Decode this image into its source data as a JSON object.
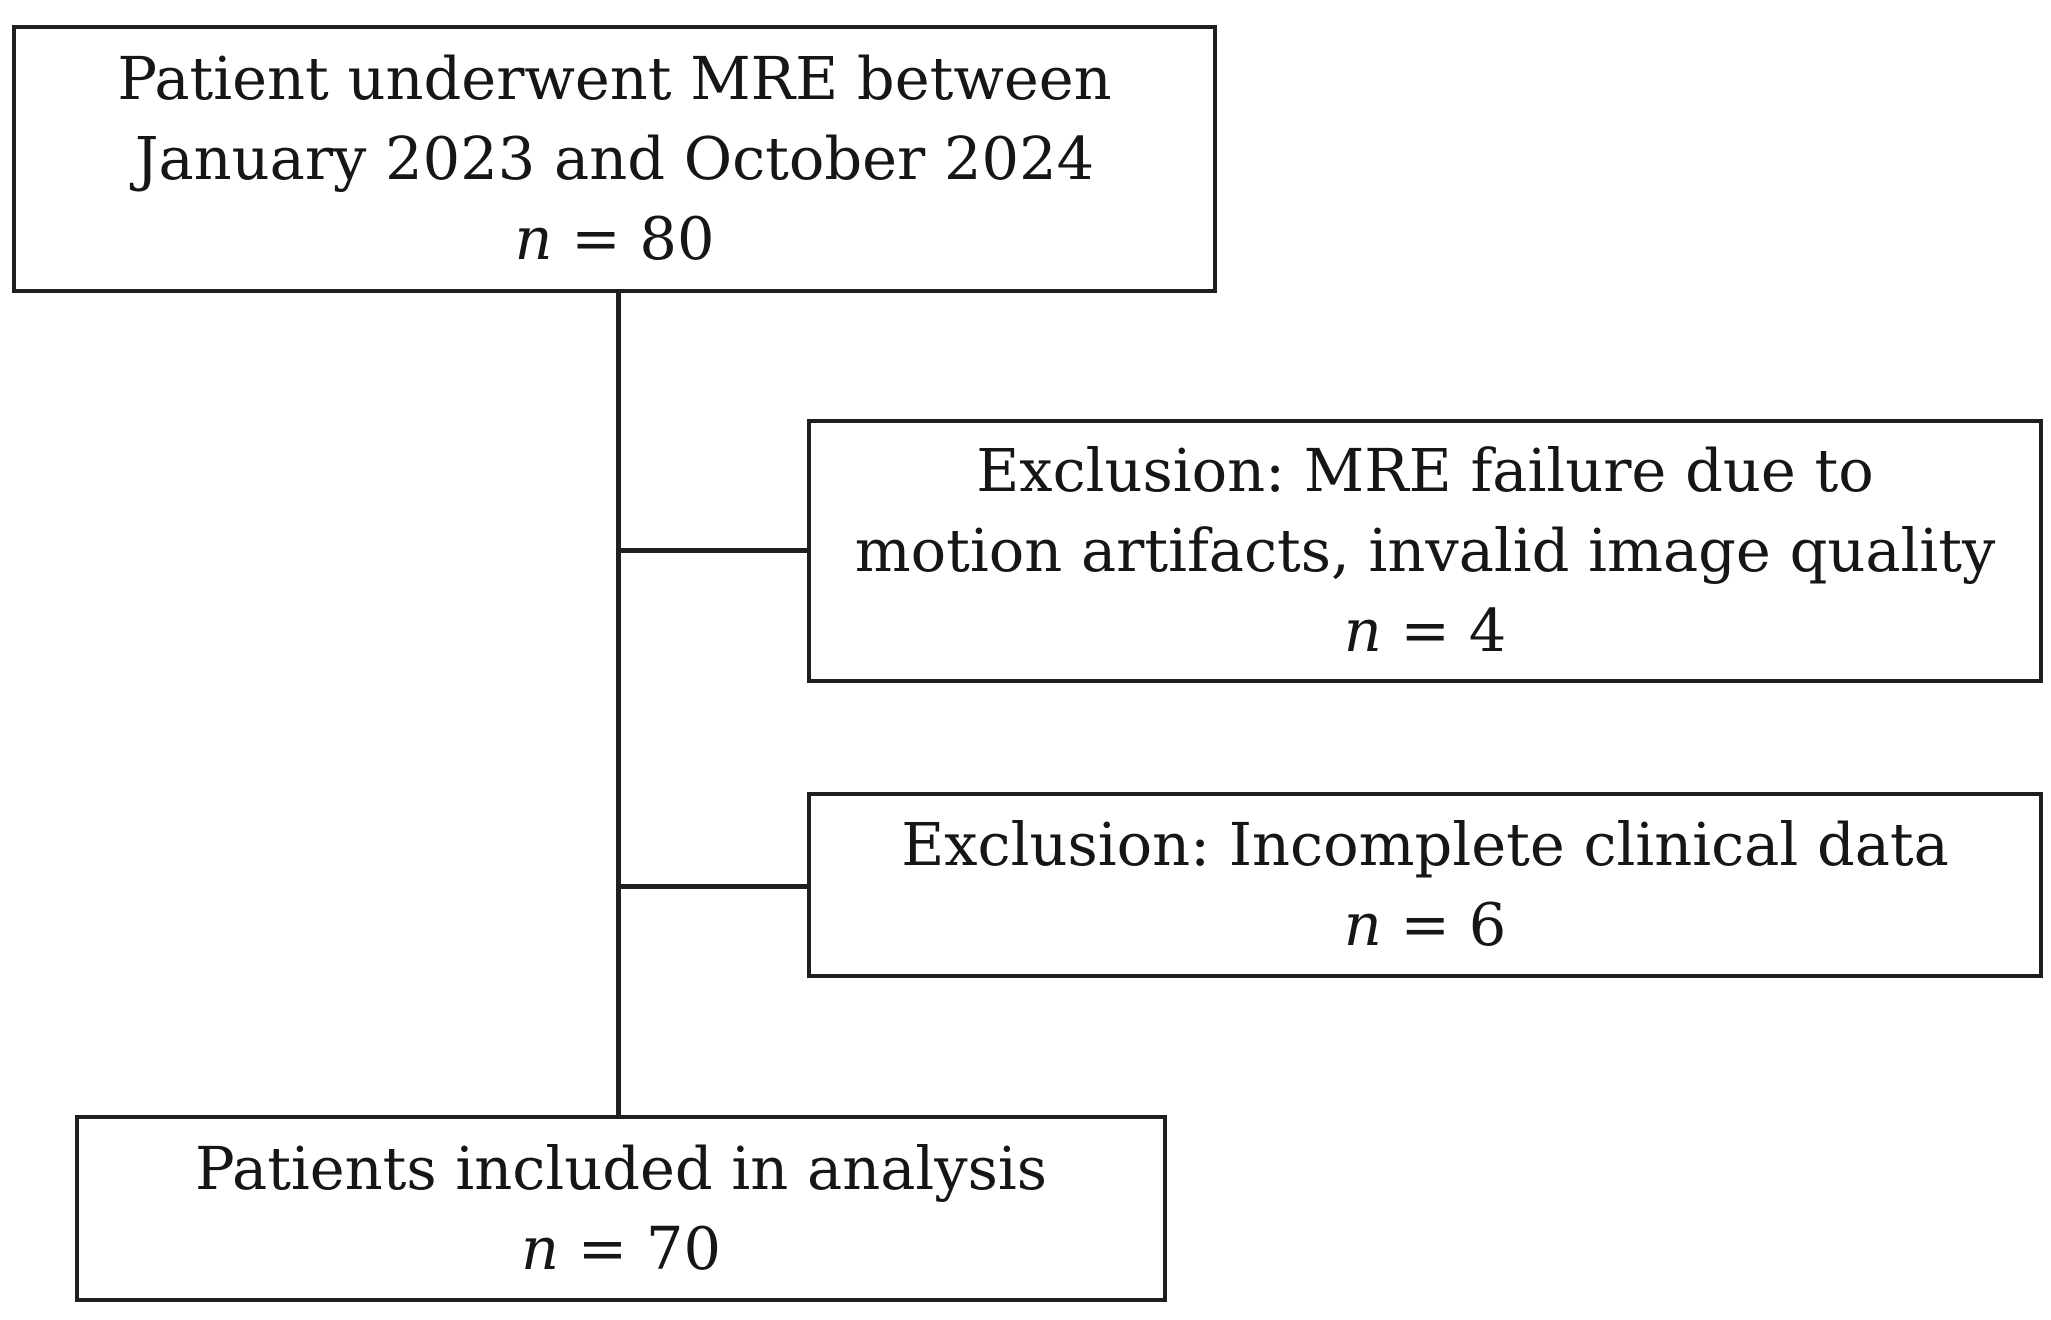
{
  "figure": {
    "type": "patient-flow-diagram",
    "background_color": "#ffffff",
    "line_color": "#1f1f1f",
    "text_color": "#161616"
  },
  "boxes": {
    "enrollment": {
      "lines": [
        "Patient underwent MRE between",
        "January 2023 and October 2024"
      ],
      "n_var": "n",
      "n_rest": " = 80"
    },
    "exclusion1": {
      "lines": [
        "Exclusion: MRE failure due to",
        "motion artifacts, invalid image quality"
      ],
      "n_var": "n",
      "n_rest": " = 4"
    },
    "exclusion2": {
      "lines": [
        "Exclusion: Incomplete clinical data"
      ],
      "n_var": "n",
      "n_rest": " = 6"
    },
    "included": {
      "lines": [
        "Patients included in analysis"
      ],
      "n_var": "n",
      "n_rest": " = 70"
    }
  }
}
